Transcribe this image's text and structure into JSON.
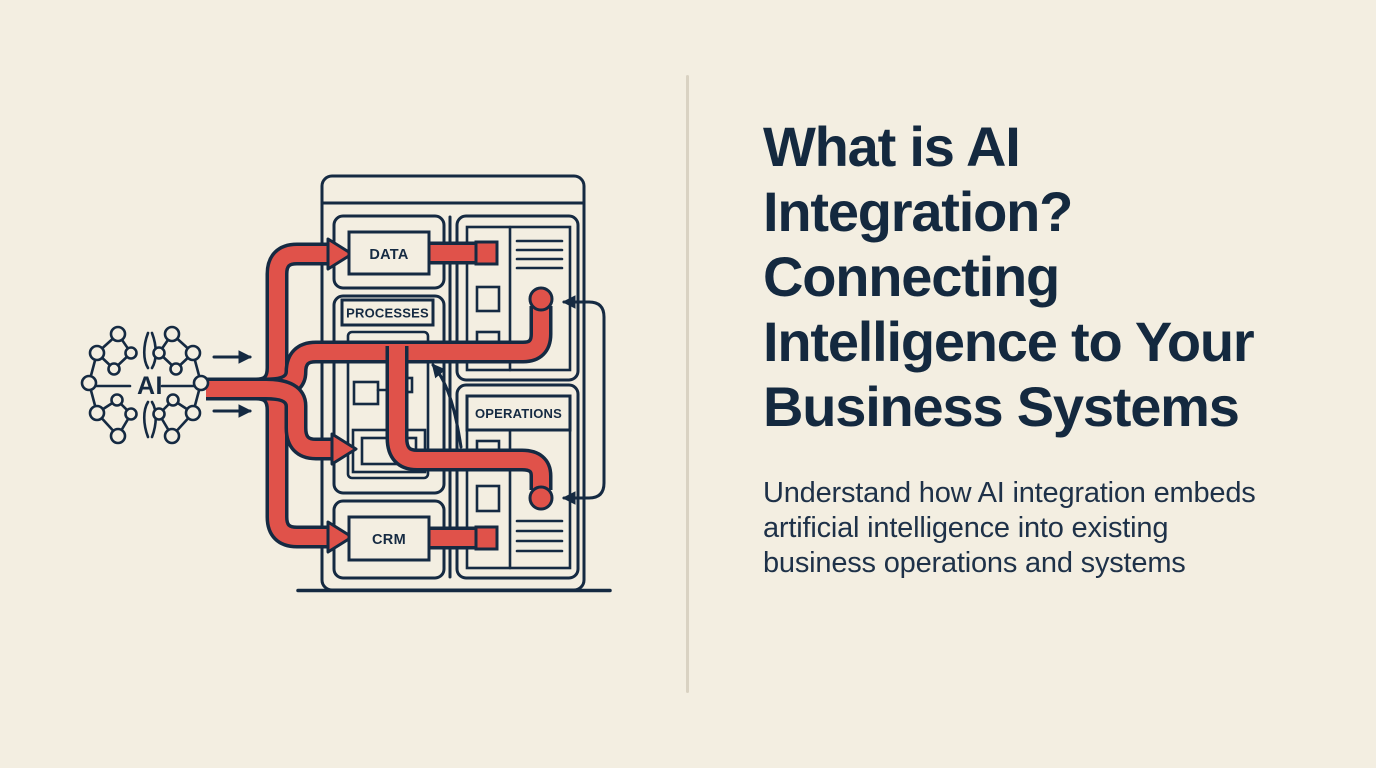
{
  "content": {
    "headline": "What is AI\nIntegration?\nConnecting\nIntelligence to Your\nBusiness Systems",
    "subtitle": "Understand how AI integration embeds\nartificial intelligence into existing\nbusiness operations and systems"
  },
  "diagram": {
    "ai_label": "AI",
    "labels": {
      "data": "DATA",
      "processes": "PROCESSES",
      "operations": "OPERATIONS",
      "crm": "CRM"
    },
    "colors": {
      "background": "#f3eee1",
      "navy": "#152a42",
      "red": "#e0524a",
      "divider": "#d9d2c2",
      "headline_text": "#14293f",
      "subtitle_text": "#1e3148"
    }
  }
}
